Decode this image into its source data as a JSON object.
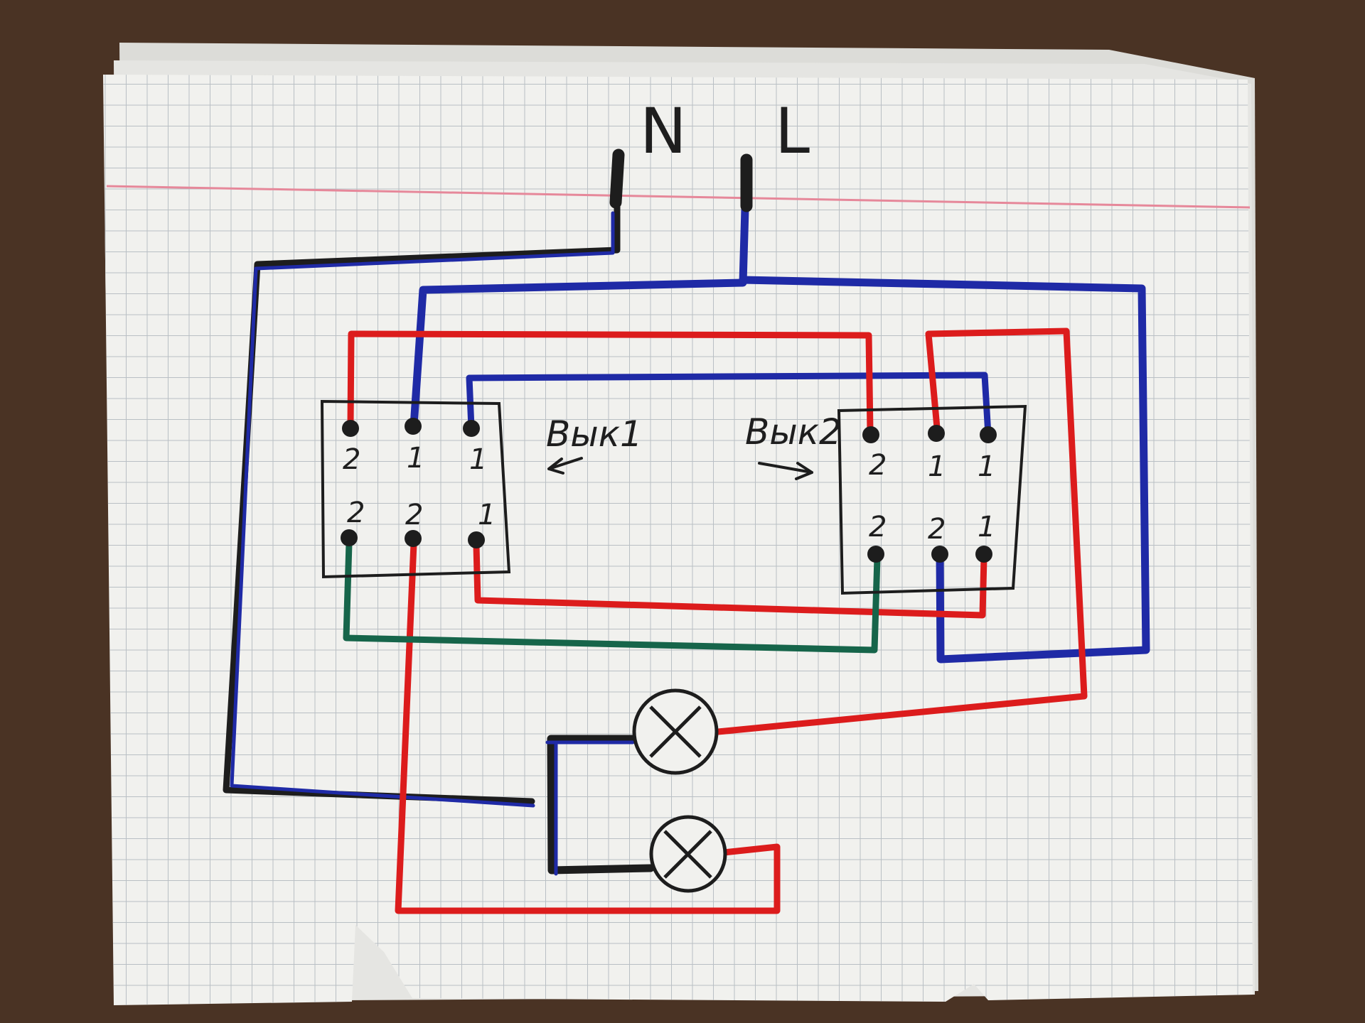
{
  "supply": {
    "neutral_label": "N",
    "line_label": "L"
  },
  "switch1": {
    "label": "Вык1",
    "top_terminals": [
      "2",
      "1",
      "1"
    ],
    "bottom_terminals": [
      "2",
      "2",
      "1"
    ]
  },
  "switch2": {
    "label": "Вык2",
    "top_terminals": [
      "2",
      "1",
      "1"
    ],
    "bottom_terminals": [
      "2",
      "2",
      "1"
    ]
  },
  "colors": {
    "paper": "#f1f1ee",
    "grid": "#b9bfc4",
    "margin_line": "#e6889a",
    "wire_blue": "#1f2aa6",
    "wire_red": "#dc1c1c",
    "wire_black": "#1d1d1d",
    "wire_green": "#16654a",
    "table": "#4a3324"
  },
  "icons": {
    "lamp": "lamp-icon",
    "arrow": "arrow-icon"
  }
}
